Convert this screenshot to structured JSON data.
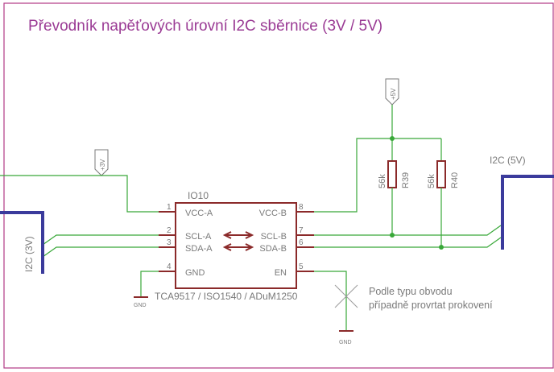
{
  "title": "Převodník napěťových úrovní I2C sběrnice (3V / 5V)",
  "colors": {
    "frame": "#b23a86",
    "wire": "#39a839",
    "symbol": "#8b2a2a",
    "bus": "#3b3b9c",
    "text": "#7a7a7a",
    "title": "#9a3a94"
  },
  "chip": {
    "name": "IO10",
    "part": "TCA9517 / ISO1540 / ADuM1250",
    "left_pins": [
      {
        "num": "1",
        "label": "VCC-A"
      },
      {
        "num": "2",
        "label": "SCL-A"
      },
      {
        "num": "3",
        "label": "SDA-A"
      },
      {
        "num": "4",
        "label": "GND"
      }
    ],
    "right_pins": [
      {
        "num": "8",
        "label": "VCC-B"
      },
      {
        "num": "7",
        "label": "SCL-B"
      },
      {
        "num": "6",
        "label": "SDA-B"
      },
      {
        "num": "5",
        "label": "EN"
      }
    ]
  },
  "supplies": {
    "v3": "+3V",
    "v5": "+5V",
    "gnd": "GND"
  },
  "resistors": [
    {
      "name": "R39",
      "value": "56k"
    },
    {
      "name": "R40",
      "value": "56k"
    }
  ],
  "bus_labels": {
    "left": "I2C (3V)",
    "right": "I2C (5V)"
  },
  "note": {
    "line1": "Podle typu obvodu",
    "line2": "případně provrtat prokovení"
  }
}
